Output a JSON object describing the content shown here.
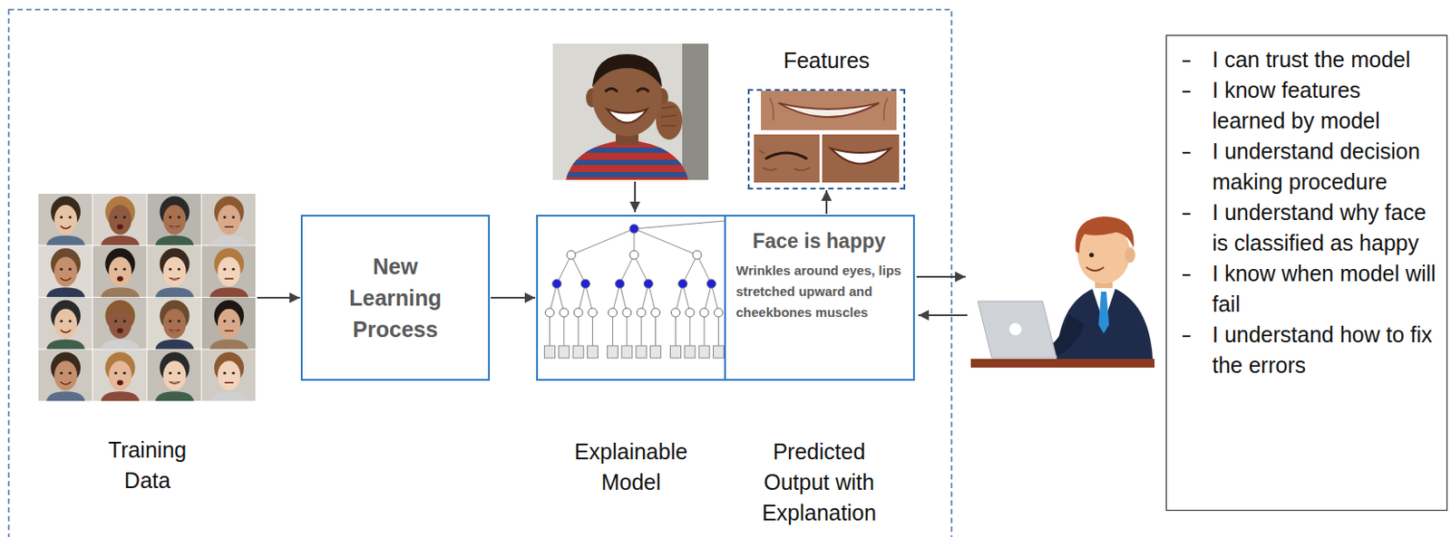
{
  "diagram": {
    "nodes": [
      {
        "text": [
          "Training Data"
        ]
      },
      {
        "text": [
          "New Learning Process"
        ]
      },
      {
        "text": [
          "Explainable Model"
        ]
      },
      {
        "text": [
          "Face is happy",
          "Wrinkles around eyes, lips stretched upward and cheekbones muscles",
          "Predicted Output with Explanation"
        ]
      },
      {
        "text": [
          "Features"
        ]
      },
      {
        "text": [
          "I can trust the model",
          "I know features learned by model",
          "I understand decision making procedure",
          "I understand why face is classified as happy",
          "I know when model will fail",
          "I understand how to fix the errors"
        ]
      }
    ],
    "edges": [
      {
        "from": 0,
        "to": 1,
        "arrow": "to"
      },
      {
        "from": 1,
        "to": 2,
        "arrow": "to"
      },
      {
        "from": 3,
        "to": 4,
        "arrow": "to"
      }
    ]
  }
}
